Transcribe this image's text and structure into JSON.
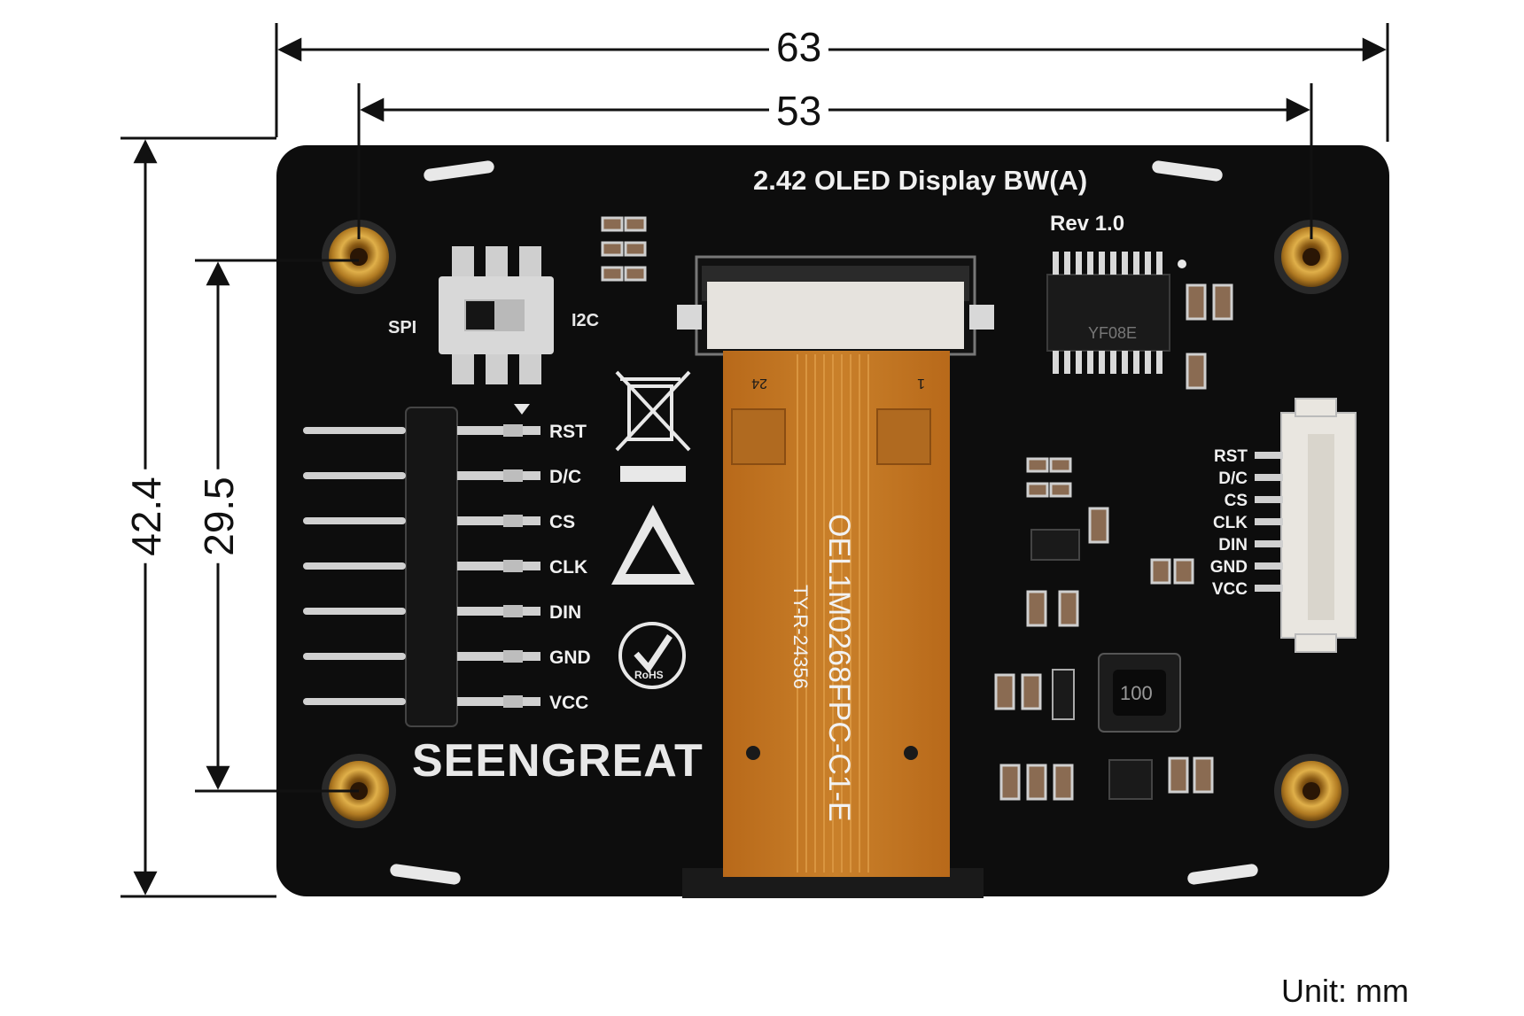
{
  "dimensions": {
    "width_outer": "63",
    "width_holes": "53",
    "height_outer": "42.4",
    "height_holes": "29.5",
    "unit_label": "Unit: mm"
  },
  "board": {
    "title": "2.42 OLED Display BW(A)",
    "revision": "Rev 1.0",
    "switch_left": "SPI",
    "switch_right": "I2C",
    "brand": "SEENGREAT",
    "fpc_text": "OEL1M0268FPC-C1-E",
    "fpc_subtext": "TY-R-24356",
    "fpc_pin_first": "24",
    "fpc_pin_last": "1",
    "ic_marking": "YF08E",
    "inductor_marking": "100",
    "rohs_label": "RoHS",
    "colors": {
      "pcb": "#0d0d0d",
      "brass": "#c8902e",
      "fpc": "#c0741f",
      "silk": "#e8e8e8"
    }
  },
  "header_pins": [
    "RST",
    "D/C",
    "CS",
    "CLK",
    "DIN",
    "GND",
    "VCC"
  ],
  "connector_pins": [
    "RST",
    "D/C",
    "CS",
    "CLK",
    "DIN",
    "GND",
    "VCC"
  ]
}
